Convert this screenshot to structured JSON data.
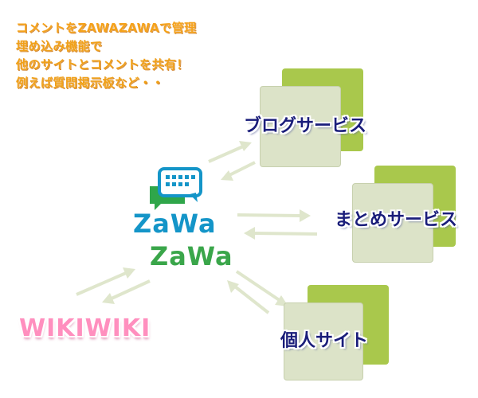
{
  "intro_lines": [
    "コメントをZAWAZAWAで管理",
    "埋め込み機能で",
    "他のサイトとコメントを共有！",
    "例えば質問掲示板など・・"
  ],
  "hub": {
    "logo_line1": "ZaWa",
    "logo_line2": "ZaWa",
    "icon": "chat-bubble-icon"
  },
  "services": [
    {
      "label": "ブログサービス"
    },
    {
      "label": "まとめサービス"
    },
    {
      "label": "個人サイト"
    }
  ],
  "wiki_logo": "WIKIWIKI",
  "colors": {
    "intro_text": "#f0a018",
    "card_back": "#a9c84c",
    "card_front": "#dce3c8",
    "label_text": "#1a1d7a",
    "arrow": "#dfe6cc",
    "logo_blue": "#1495c8",
    "logo_green": "#3aa64a",
    "wiki_pink": "#ff8fbe"
  }
}
